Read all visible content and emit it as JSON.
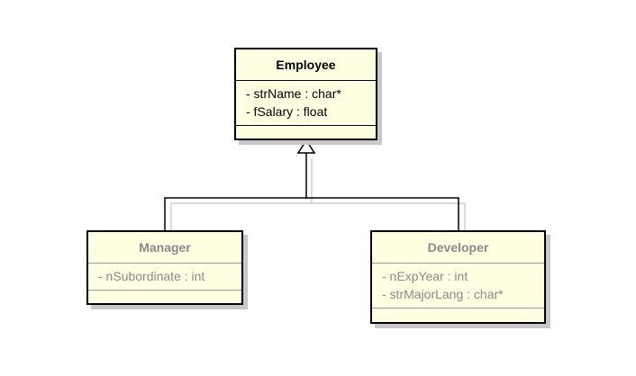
{
  "diagram": {
    "classes": [
      {
        "id": "employee",
        "name": "Employee",
        "attributes": [
          "- strName : char*",
          "- fSalary : float"
        ]
      },
      {
        "id": "manager",
        "name": "Manager",
        "attributes": [
          "- nSubordinate : int"
        ]
      },
      {
        "id": "developer",
        "name": "Developer",
        "attributes": [
          "- nExpYear : int",
          "- strMajorLang : char*"
        ]
      }
    ],
    "relations": [
      {
        "type": "generalization",
        "from": "manager",
        "to": "employee"
      },
      {
        "type": "generalization",
        "from": "developer",
        "to": "employee"
      }
    ],
    "colors": {
      "class_fill": "#ffffe2",
      "border": "#000000",
      "shadow": "#c8c8c8",
      "faded_text": "#8a8a8a"
    }
  }
}
